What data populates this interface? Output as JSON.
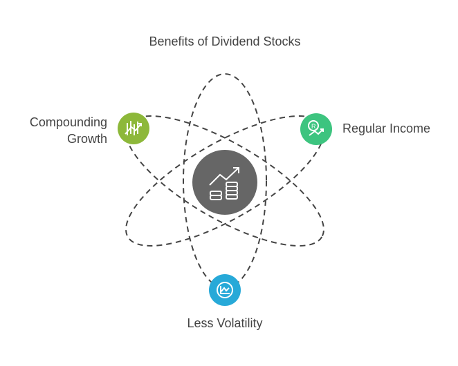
{
  "title": "Benefits of Dividend Stocks",
  "nodes": {
    "center": {
      "icon": "chart-coins-icon",
      "color": "#666666"
    },
    "compounding": {
      "label_line1": "Compounding",
      "label_line2": "Growth",
      "icon": "growth-bars-icon",
      "color": "#8DB83A"
    },
    "income": {
      "label": "Regular Income",
      "icon": "rupee-trend-icon",
      "color": "#3DC47F"
    },
    "volatility": {
      "label": "Less Volatility",
      "icon": "stable-chart-icon",
      "color": "#27A9D8"
    }
  }
}
